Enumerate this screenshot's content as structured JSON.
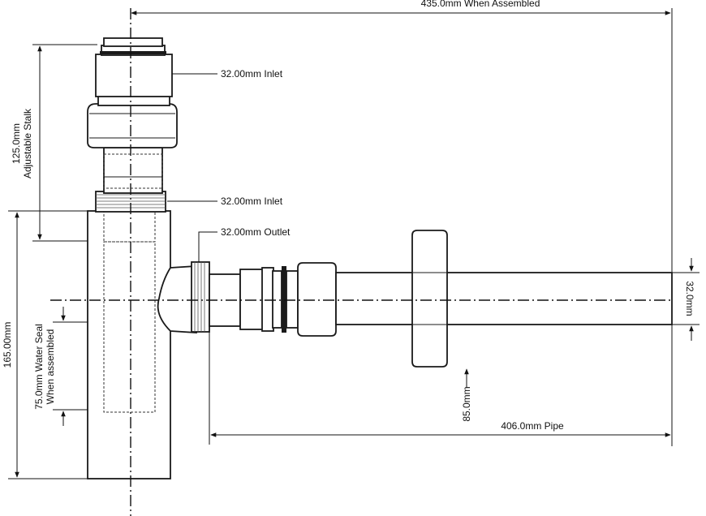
{
  "labels": {
    "overall_length": "435.0mm When Assembled",
    "top_inlet": "32.00mm Inlet",
    "mid_inlet": "32.00mm Inlet",
    "outlet": "32.00mm Outlet",
    "stalk_value": "125.0mm",
    "stalk_text": "Adjustable Stalk",
    "height": "165.00mm",
    "water_seal_value": "75.0mm Water Seal",
    "water_seal_text": "When assembled",
    "pipe_diameter": "32.0mm",
    "flange_drop": "85.0mm",
    "pipe_length": "406.0mm Pipe"
  }
}
